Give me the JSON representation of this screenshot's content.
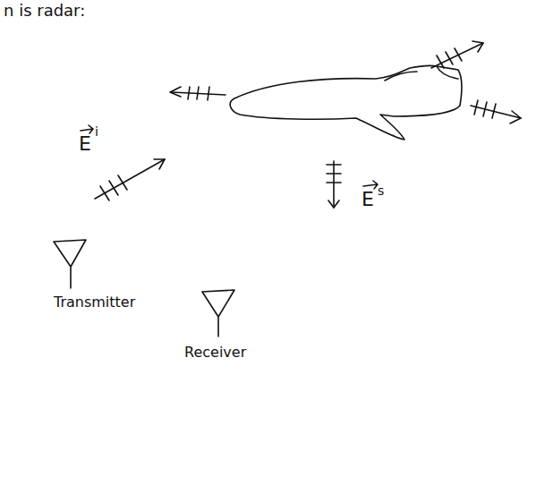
{
  "diagram": {
    "labels": [
      "n is radar:",
      "E",
      "i",
      "E",
      "s",
      "Transmitter",
      "Receiver"
    ]
  }
}
